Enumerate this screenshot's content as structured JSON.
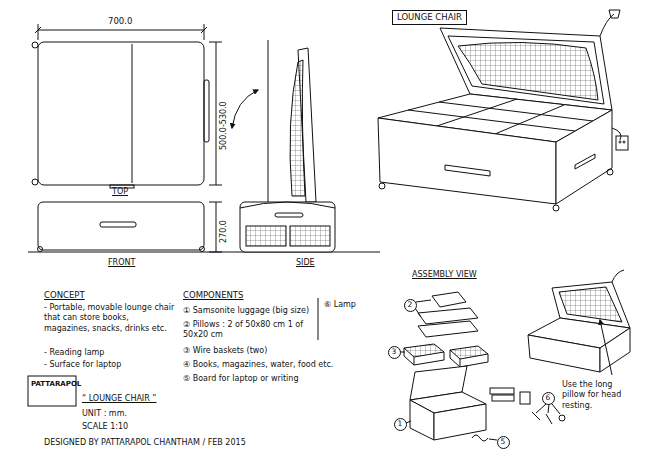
{
  "diagram": {
    "title": "LOUNGE CHAIR",
    "nodes": [
      {
        "text": [
          "2"
        ]
      },
      {
        "text": [
          "3"
        ]
      },
      {
        "text": [
          "6"
        ]
      },
      {
        "text": [
          "1"
        ]
      },
      {
        "text": [
          "5"
        ]
      }
    ],
    "labels": [
      "700.0",
      "500.0-530.0",
      "TOP",
      "270.0",
      "FRONT",
      "SIDE",
      "ASSEMBLY VIEW",
      "CONCEPT",
      "- Portable, movable lounge chair that can store books, magazines, snacks, drinks etc.",
      "- Reading lamp",
      "- Surface for laptop",
      "COMPONENTS",
      "① Samsonite luggage (big size)",
      "② Pillows : 2 of 50x80 cm 1 of 50x20 cm",
      "③ Wire baskets (two)",
      "④ Books, magazines, water, food etc.",
      "⑤ Board for laptop or writing",
      "⑥ Lamp",
      "PATTARAPOL",
      "“ LOUNGE CHAIR ”",
      "UNIT : mm.",
      "SCALE 1:10",
      "DESIGNED BY PATTARAPOL CHANTHAM / FEB 2015",
      "Use the long pillow for head resting."
    ]
  }
}
